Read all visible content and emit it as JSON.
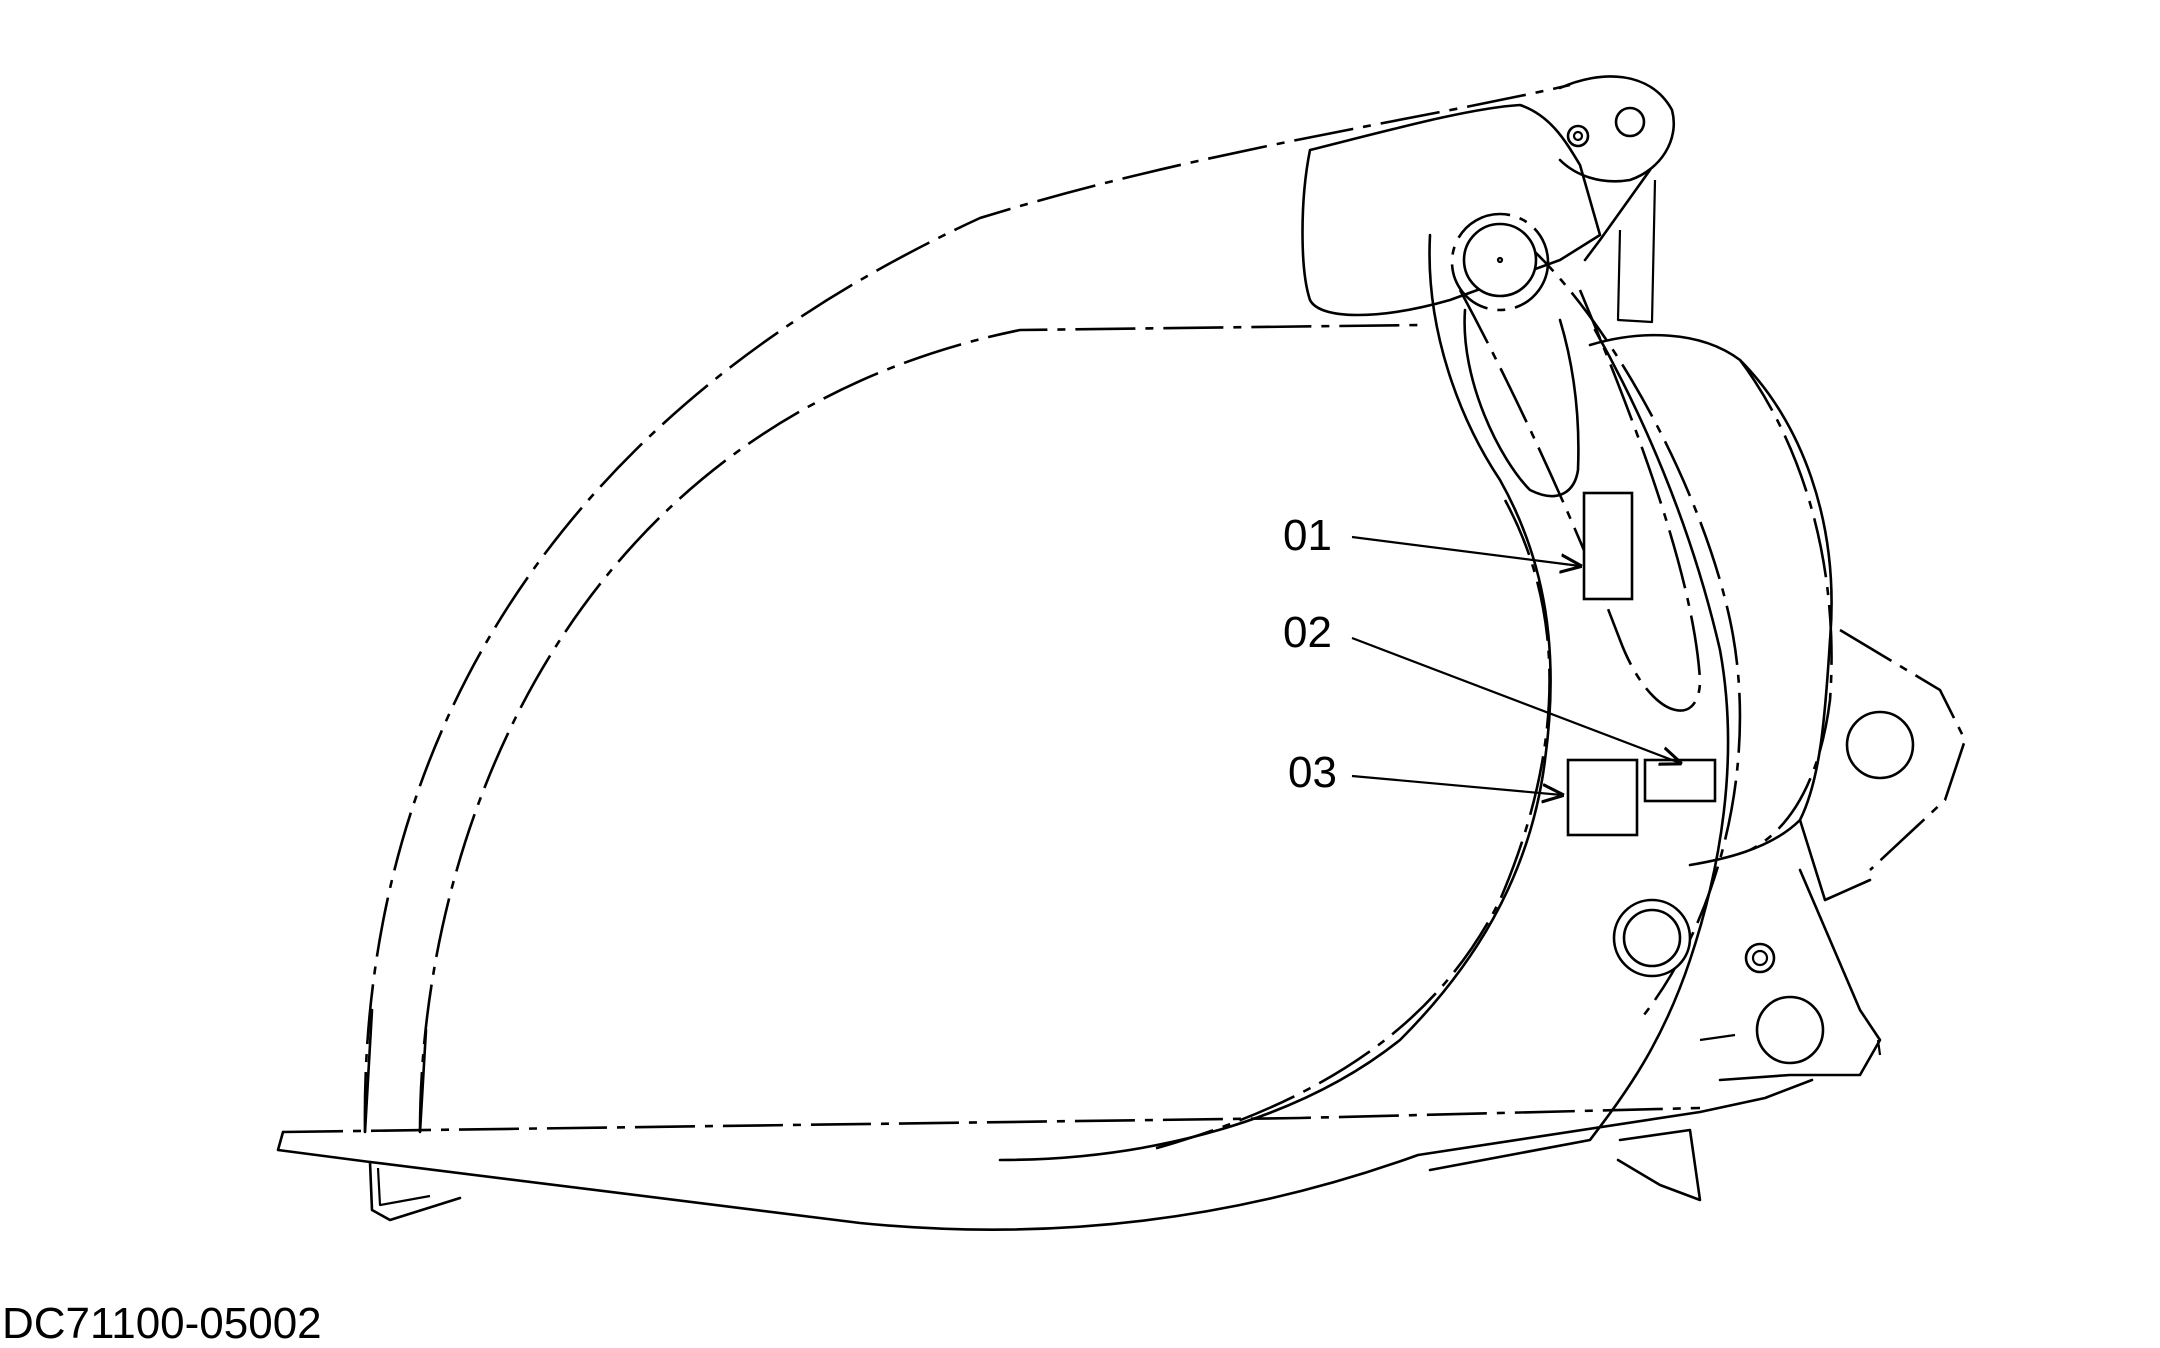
{
  "diagram": {
    "figure_id": "DC71100-05002",
    "callouts": [
      {
        "label": "01"
      },
      {
        "label": "02"
      },
      {
        "label": "03"
      }
    ]
  }
}
